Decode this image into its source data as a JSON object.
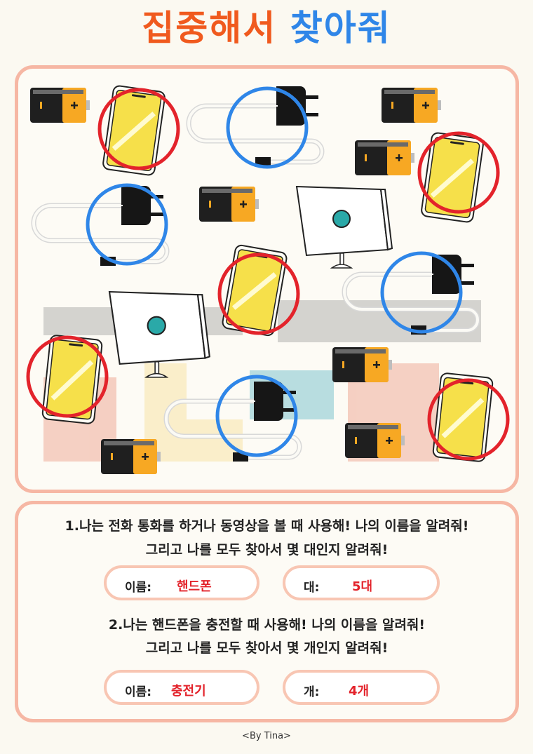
{
  "title": {
    "part1": "집중해서",
    "part2": "찾아줘"
  },
  "questions": [
    {
      "line1": "1.나는 전화 통화를 하거나 동영상을 볼 때 사용해! 나의 이름을 알려줘!",
      "line2": "그리고 나를 모두 찾아서 몇 대인지 알려줘!",
      "name_label": "이름:",
      "name_answer": "핸드폰",
      "count_label": "대:",
      "count_answer": "5대"
    },
    {
      "line1": "2.나는 핸드폰을 충전할 때 사용해! 나의 이름을 알려줘!",
      "line2": "그리고 나를 모두 찾아서 몇 개인지 알려줘!",
      "name_label": "이름:",
      "name_answer": "충전기",
      "count_label": "개:",
      "count_answer": "4개"
    }
  ],
  "footer": "<By Tina>",
  "colors": {
    "title_orange": "#f05a1e",
    "title_blue": "#2f86e8",
    "phone_circle": "#e3232b",
    "charger_circle": "#2f86e8",
    "border": "#f6b7a4",
    "answer_red": "#e3232b"
  },
  "icons": [
    "battery-icon",
    "phone-icon",
    "charger-icon",
    "monitor-icon"
  ]
}
